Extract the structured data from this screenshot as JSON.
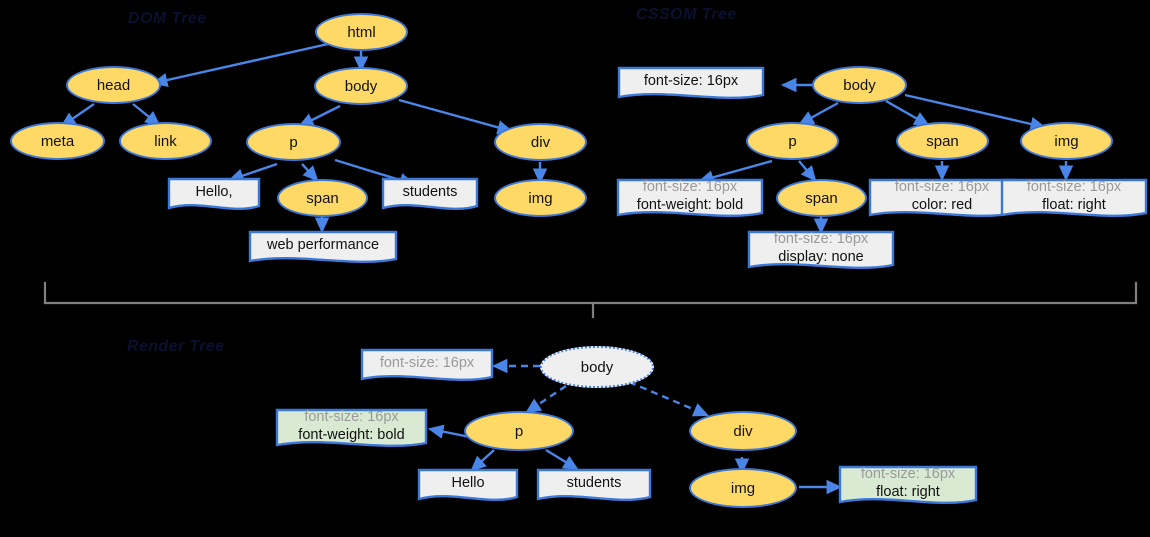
{
  "diagram": {
    "title_dom": "DOM Tree",
    "title_cssom": "CSSOM Tree",
    "title_render": "Render Tree",
    "colors": {
      "node_fill": "#FFD966",
      "node_stroke": "#3C78D8",
      "edge": "#4A86E8",
      "box_fill": "#EFEFEF",
      "box_fill_green": "#D9EAD3",
      "brace": "#808080",
      "canvas": "#000000",
      "muted_text": "#9A9A9A"
    }
  },
  "dom_tree": {
    "nodes": [
      {
        "id": "html",
        "label": "html",
        "type": "element"
      },
      {
        "id": "head",
        "label": "head",
        "type": "element"
      },
      {
        "id": "body",
        "label": "body",
        "type": "element"
      },
      {
        "id": "meta",
        "label": "meta",
        "type": "element"
      },
      {
        "id": "link",
        "label": "link",
        "type": "element"
      },
      {
        "id": "p",
        "label": "p",
        "type": "element"
      },
      {
        "id": "div",
        "label": "div",
        "type": "element"
      },
      {
        "id": "hello",
        "label": "Hello,",
        "type": "text"
      },
      {
        "id": "span",
        "label": "span",
        "type": "element"
      },
      {
        "id": "students",
        "label": "students",
        "type": "text"
      },
      {
        "id": "img",
        "label": "img",
        "type": "element"
      },
      {
        "id": "webperf",
        "label": "web performance",
        "type": "text"
      }
    ],
    "edges": [
      [
        "html",
        "head"
      ],
      [
        "html",
        "body"
      ],
      [
        "head",
        "meta"
      ],
      [
        "head",
        "link"
      ],
      [
        "body",
        "p"
      ],
      [
        "body",
        "div"
      ],
      [
        "p",
        "hello"
      ],
      [
        "p",
        "span"
      ],
      [
        "p",
        "students"
      ],
      [
        "span",
        "webperf"
      ],
      [
        "div",
        "img"
      ]
    ]
  },
  "cssom_tree": {
    "nodes": [
      {
        "id": "body",
        "label": "body",
        "type": "element"
      },
      {
        "id": "p",
        "label": "p",
        "type": "element"
      },
      {
        "id": "span1",
        "label": "span",
        "type": "element"
      },
      {
        "id": "span2",
        "label": "span",
        "type": "element"
      },
      {
        "id": "img",
        "label": "img",
        "type": "element"
      }
    ],
    "styles": [
      {
        "id": "s_body",
        "inherited": "font-size: 16px",
        "own": ""
      },
      {
        "id": "s_p",
        "inherited": "font-size: 16px",
        "own": "font-weight: bold"
      },
      {
        "id": "s_span2",
        "inherited": "font-size: 16px",
        "own": "display: none"
      },
      {
        "id": "s_span1",
        "inherited": "font-size: 16px",
        "own": "color: red"
      },
      {
        "id": "s_img",
        "inherited": "font-size: 16px",
        "own": "float: right"
      }
    ],
    "edges": [
      [
        "body",
        "s_body"
      ],
      [
        "body",
        "p"
      ],
      [
        "body",
        "span1"
      ],
      [
        "body",
        "img"
      ],
      [
        "p",
        "s_p"
      ],
      [
        "p",
        "span2"
      ],
      [
        "span2",
        "s_span2"
      ],
      [
        "span1",
        "s_span1"
      ],
      [
        "img",
        "s_img"
      ]
    ]
  },
  "render_tree": {
    "nodes": [
      {
        "id": "body",
        "label": "body",
        "type": "element-ghost"
      },
      {
        "id": "p",
        "label": "p",
        "type": "element"
      },
      {
        "id": "div",
        "label": "div",
        "type": "element"
      },
      {
        "id": "img",
        "label": "img",
        "type": "element"
      },
      {
        "id": "hello",
        "label": "Hello",
        "type": "text"
      },
      {
        "id": "students",
        "label": "students",
        "type": "text"
      }
    ],
    "styles": [
      {
        "id": "r_body",
        "inherited": "font-size: 16px",
        "own": "",
        "tint": "grey"
      },
      {
        "id": "r_p",
        "inherited": "font-size: 16px",
        "own": "font-weight: bold",
        "tint": "green"
      },
      {
        "id": "r_img",
        "inherited": "font-size: 16px",
        "own": "float: right",
        "tint": "green"
      }
    ],
    "edges": [
      [
        "body",
        "r_body"
      ],
      [
        "body",
        "p"
      ],
      [
        "body",
        "div"
      ],
      [
        "p",
        "r_p"
      ],
      [
        "p",
        "hello"
      ],
      [
        "p",
        "students"
      ],
      [
        "div",
        "img"
      ],
      [
        "img",
        "r_img"
      ]
    ]
  }
}
